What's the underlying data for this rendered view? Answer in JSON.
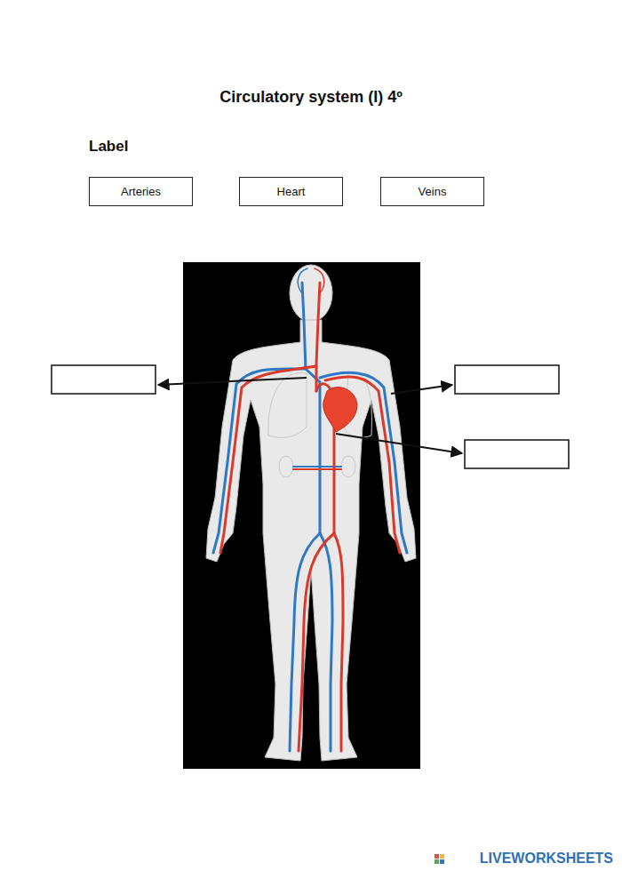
{
  "diagram": {
    "title": "Circulatory system (I) 4º",
    "nodes": [
      {
        "text": [
          "Arteries"
        ]
      },
      {
        "text": [
          "Heart"
        ]
      },
      {
        "text": [
          "Veins"
        ]
      }
    ],
    "labels": [
      "Label",
      "LIVEWORKSHEETS"
    ]
  }
}
